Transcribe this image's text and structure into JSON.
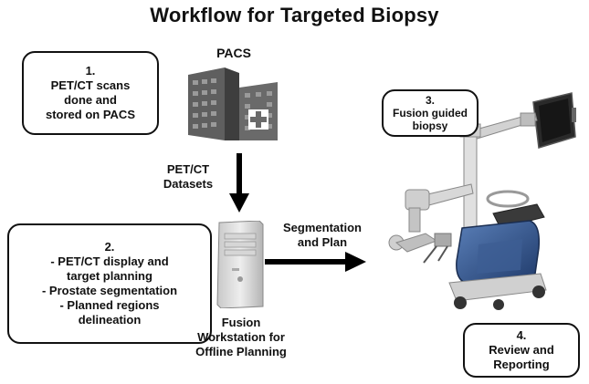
{
  "title": "Workflow for Targeted Biopsy",
  "step1": {
    "lines": [
      "1.",
      "PET/CT scans",
      "done and",
      "stored on PACS"
    ]
  },
  "pacs": {
    "label": "PACS"
  },
  "datasets": {
    "lines": [
      "PET/CT",
      "Datasets"
    ]
  },
  "step2": {
    "lines": [
      "2.",
      "-  PET/CT display and",
      "target planning",
      "- Prostate segmentation",
      "- Planned regions",
      "delineation"
    ]
  },
  "workstation": {
    "lines": [
      "Fusion",
      "Workstation for",
      "Offline Planning"
    ]
  },
  "segmentation": {
    "lines": [
      "Segmentation",
      "and Plan"
    ]
  },
  "step3": {
    "lines": [
      "3.",
      "Fusion guided",
      "biopsy"
    ]
  },
  "step4": {
    "lines": [
      "4.",
      "Review and",
      "Reporting"
    ]
  },
  "icons": [
    "building-icon",
    "computer-tower-icon",
    "biopsy-cart-icon"
  ]
}
